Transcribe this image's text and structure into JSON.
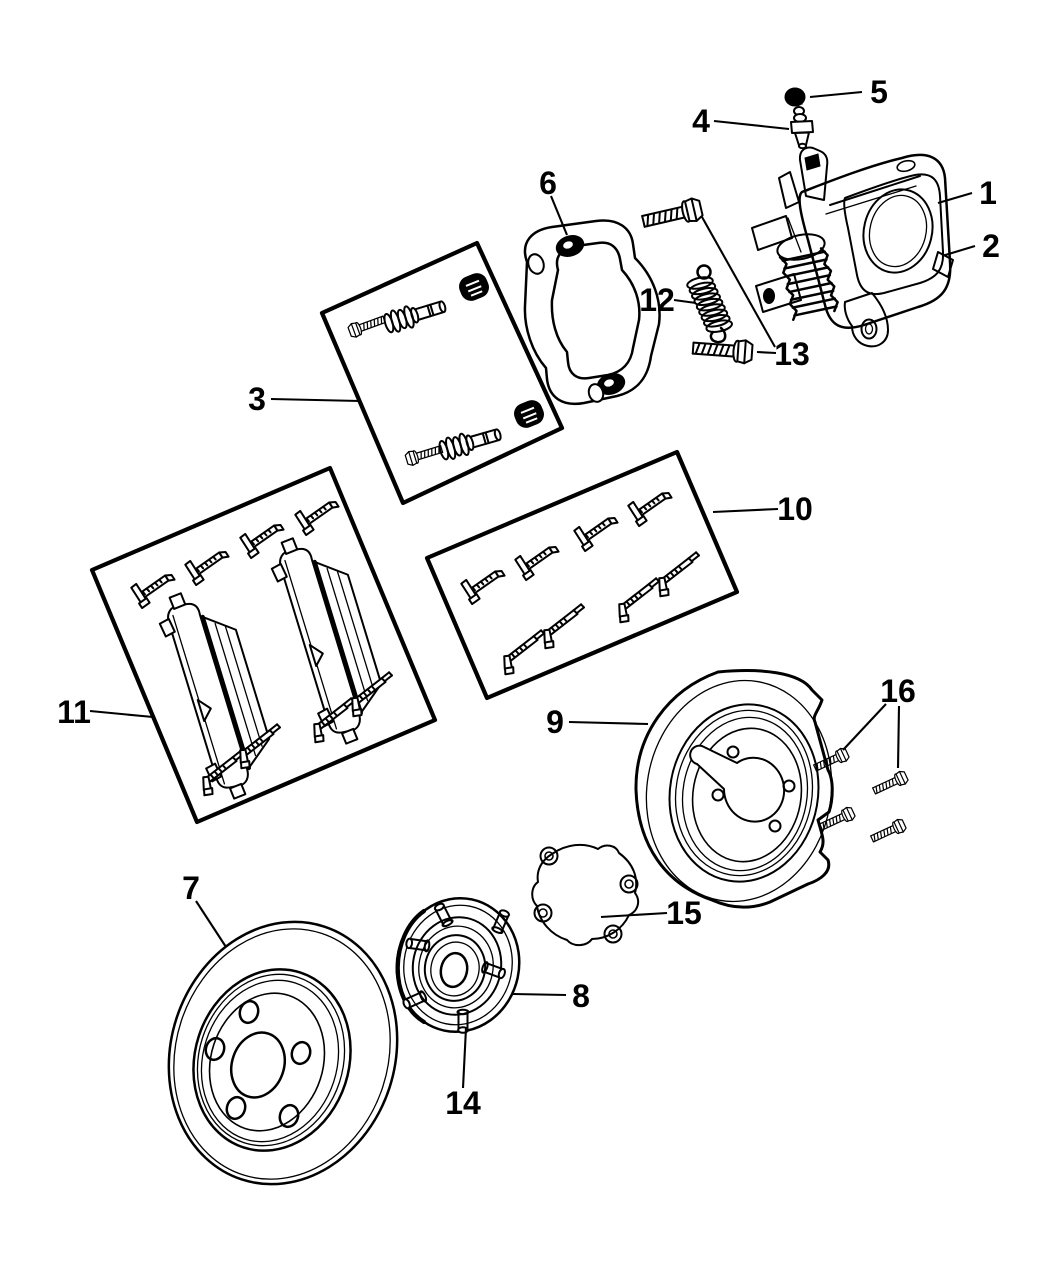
{
  "diagram": {
    "background_color": "#ffffff",
    "line_color": "#000000",
    "callouts": [
      {
        "label": "1"
      },
      {
        "label": "2"
      },
      {
        "label": "3"
      },
      {
        "label": "4"
      },
      {
        "label": "5"
      },
      {
        "label": "6"
      },
      {
        "label": "7"
      },
      {
        "label": "8"
      },
      {
        "label": "9"
      },
      {
        "label": "10"
      },
      {
        "label": "11"
      },
      {
        "label": "12"
      },
      {
        "label": "13"
      },
      {
        "label": "14"
      },
      {
        "label": "15"
      },
      {
        "label": "16"
      }
    ]
  }
}
